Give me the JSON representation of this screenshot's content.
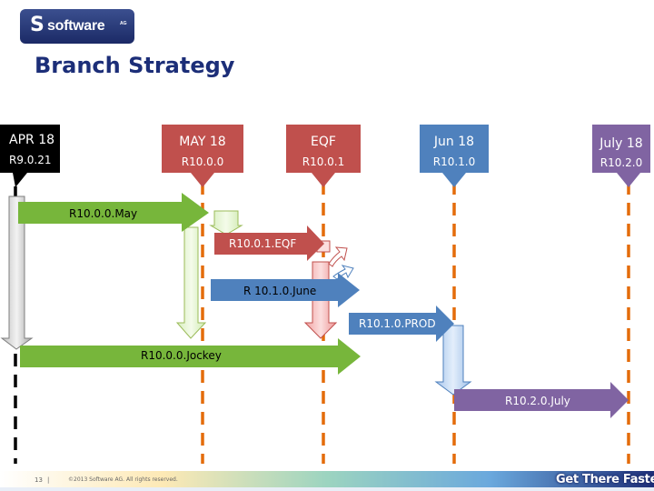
{
  "logo": {
    "brand": "software",
    "suffix": "AG"
  },
  "title": "Branch Strategy",
  "milestones": [
    {
      "date": "APR 18",
      "version": "R9.0.21",
      "color": "#000000",
      "line_color": "#000000",
      "text_color": "#ffffff"
    },
    {
      "date": "MAY 18",
      "version": "R10.0.0",
      "color": "#c0504d",
      "line_color": "#e46c0a",
      "text_color": "#ffffff"
    },
    {
      "date": "EQF",
      "version": "R10.0.1",
      "color": "#c0504d",
      "line_color": "#e46c0a",
      "text_color": "#ffffff"
    },
    {
      "date": "Jun 18",
      "version": "R10.1.0",
      "color": "#4f81bd",
      "line_color": "#e46c0a",
      "text_color": "#ffffff"
    },
    {
      "date": "July 18",
      "version": "R10.2.0",
      "color": "#8064a2",
      "line_color": "#e46c0a",
      "text_color": "#ffffff"
    }
  ],
  "branches": [
    {
      "label": "R10.0.0.May",
      "color": "#77b63b",
      "label_color": "#000000"
    },
    {
      "label": "R10.0.1.EQF",
      "color": "#c0504d",
      "label_color": "#ffffff"
    },
    {
      "label": "R 10.1.0.June",
      "color": "#4f81bd",
      "label_color": "#000000"
    },
    {
      "label": "R10.1.0.PROD",
      "color": "#4f81bd",
      "label_color": "#ffffff"
    },
    {
      "label": "R10.0.0.Jockey",
      "color": "#77b63b",
      "label_color": "#000000"
    },
    {
      "label": "R10.2.0.July",
      "color": "#8064a2",
      "label_color": "#ffffff"
    }
  ],
  "footer": {
    "page": "13",
    "separator": "|",
    "copyright": "©2013 Software AG. All rights reserved."
  },
  "tagline": "Get There Faster"
}
